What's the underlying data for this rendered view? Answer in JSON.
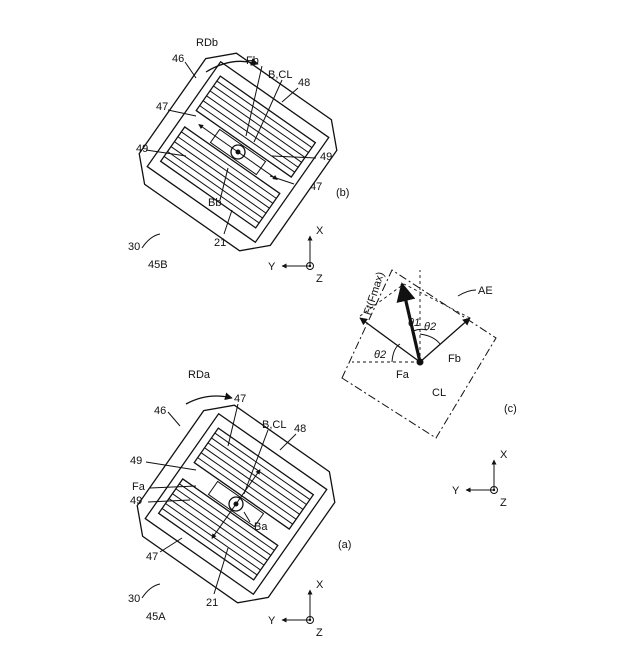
{
  "figure": {
    "panel_a": {
      "caption": "(a)",
      "labels": {
        "ref_30": "30",
        "ref_45": "45A",
        "ref_46": "46",
        "ref_47_upper": "47",
        "ref_47_lower": "47",
        "ref_48": "48",
        "ref_49_upper": "49",
        "ref_49_lower": "49",
        "ref_21": "21",
        "force": "Fa",
        "bearing": "Ba",
        "center": "B,CL",
        "rotation": "RDa"
      }
    },
    "panel_b": {
      "caption": "(b)",
      "labels": {
        "ref_30": "30",
        "ref_45": "45B",
        "ref_46": "46",
        "ref_47_upper": "47",
        "ref_47_lower": "47",
        "ref_48": "48",
        "ref_49_left": "49",
        "ref_49_right": "49",
        "ref_21": "21",
        "force": "Fb",
        "bearing": "Bb",
        "center": "B,CL",
        "rotation": "RDb"
      }
    },
    "panel_c": {
      "caption": "(c)",
      "labels": {
        "resultant": "Ft(Fmax)",
        "theta1": "θ1",
        "theta2_left": "θ2",
        "theta2_right": "θ2",
        "force_a": "Fa",
        "force_b": "Fb",
        "center": "CL",
        "axis": "AE"
      }
    },
    "axes": {
      "x": "X",
      "y": "Y",
      "z": "Z"
    }
  }
}
